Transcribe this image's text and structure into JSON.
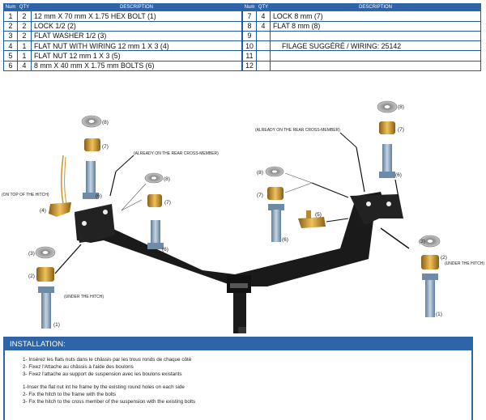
{
  "table": {
    "headers": {
      "num": "Num",
      "qty": "QTY",
      "desc": "DESCRIPTION"
    },
    "left_rows": [
      {
        "num": "1",
        "qty": "2",
        "desc": "12 mm X 70 mm X 1.75 HEX BOLT (1)"
      },
      {
        "num": "2",
        "qty": "2",
        "desc": "LOCK 1/2 (2)"
      },
      {
        "num": "3",
        "qty": "2",
        "desc": "FLAT WASHER 1/2 (3)"
      },
      {
        "num": "4",
        "qty": "1",
        "desc": "FLAT NUT WITH WIRING 12 mm 1 X 3 (4)"
      },
      {
        "num": "5",
        "qty": "1",
        "desc": "FLAT NUT 12 mm 1 X 3 (5)"
      },
      {
        "num": "6",
        "qty": "4",
        "desc": "8 mm X 40 mm  X 1.75 mm BOLTS (6)"
      }
    ],
    "right_rows": [
      {
        "num": "7",
        "qty": "4",
        "desc": "LOCK 8 mm (7)"
      },
      {
        "num": "8",
        "qty": "4",
        "desc": "FLAT 8 mm (8)"
      },
      {
        "num": "9",
        "qty": "",
        "desc": ""
      },
      {
        "num": "10",
        "qty": "",
        "desc": "FILAGE SUGGÉRÉ / WIRING: 25142"
      },
      {
        "num": "11",
        "qty": "",
        "desc": ""
      },
      {
        "num": "12",
        "qty": "",
        "desc": ""
      }
    ]
  },
  "diagram": {
    "labels": {
      "already_left": "(ALREADY ON THE REAR CROSS-MEMBER)",
      "already_right": "(ALREADY ON THE REAR CROSS-MEMBER)",
      "on_top": "(ON TOP OF THE HITCH)",
      "under_left": "(UNDER THE HITCH)",
      "under_right": "(UNDER THE HITCH)",
      "n1": "(1)",
      "n2": "(2)",
      "n3": "(3)",
      "n4": "(4)",
      "n5": "(5)",
      "n6": "(6)",
      "n7": "(7)",
      "n8": "(8)"
    }
  },
  "installation": {
    "title": "INSTALLATION:",
    "fr_steps": [
      "1- Insérez les flats nuts dans le châssis par les trous ronds de chaque côté",
      "2- Fixez l'Attache au châssis à l'aide des boulons",
      "3- Fixez l'attache au support de suspension avec les boulons existants"
    ],
    "en_steps": [
      "1-Inser the flat nut int he frame by the existing round holes on each side",
      "2- Fix the hitch to the frame with the bolts",
      "3- Fix the hitch to the cross member of the suspension with the existing bolts"
    ]
  },
  "colors": {
    "accent": "#2f64a8",
    "brass": "#c9952f",
    "steel": "#7f9cb8",
    "hitch": "#1a1a1a"
  }
}
